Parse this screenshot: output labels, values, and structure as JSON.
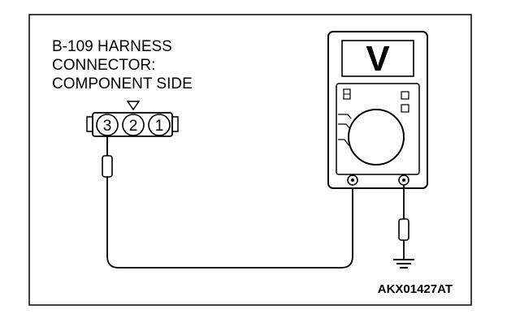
{
  "connector": {
    "title_lines": [
      "B-109 HARNESS",
      "CONNECTOR:",
      "COMPONENT SIDE"
    ],
    "pins": [
      "3",
      "2",
      "1"
    ]
  },
  "meter": {
    "display": "V"
  },
  "figure_code": "AKX01427AT"
}
